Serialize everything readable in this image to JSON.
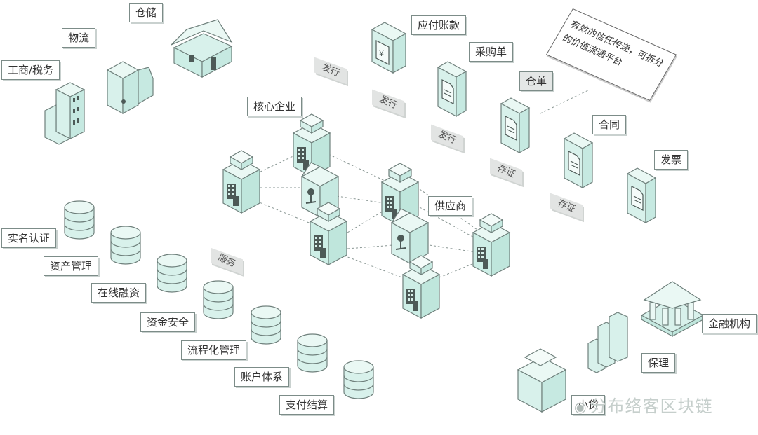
{
  "labels": {
    "cangchu": "仓储",
    "wuliu": "物流",
    "gongshang": "工商/税务",
    "hexin": "核心企业",
    "yingfu": "应付账款",
    "caigou": "采购单",
    "cangdan": "仓单",
    "hetong": "合同",
    "fapiao": "发票",
    "gongying": "供应商",
    "shiming": "实名认证",
    "zichan": "资产管理",
    "zaixian": "在线融资",
    "zijin": "资金安全",
    "liucheng": "流程化管理",
    "zhanghu": "账户体系",
    "zhifu": "支付结算",
    "jinrong": "金融机构",
    "baoli": "保理",
    "xiaodai": "小贷"
  },
  "tags": {
    "faxing1": "发行",
    "faxing2": "发行",
    "faxing3": "发行",
    "cunzheng1": "存证",
    "cunzheng2": "存证",
    "fuwu": "服务"
  },
  "note": "有效的信任传递，可拆分的价值流通平台",
  "watermark": "分布络客区块链",
  "colors": {
    "fill": "#d8f1eb",
    "top": "#eaf8f4",
    "stroke": "#6f807c",
    "dark": "#4d5a57"
  }
}
